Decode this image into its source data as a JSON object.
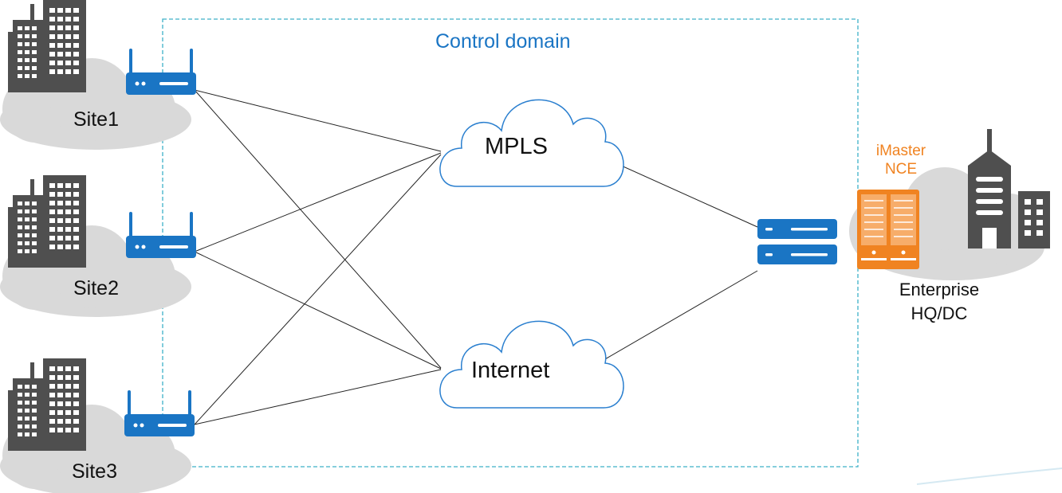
{
  "control_domain_label": "Control domain",
  "sites": [
    {
      "label": "Site1"
    },
    {
      "label": "Site2"
    },
    {
      "label": "Site3"
    }
  ],
  "networks": {
    "mpls": "MPLS",
    "internet": "Internet"
  },
  "controller": {
    "line1": "iMaster",
    "line2": "NCE"
  },
  "enterprise": {
    "line1": "Enterprise",
    "line2": "HQ/DC"
  },
  "colors": {
    "device_blue": "#1a75c4",
    "controller_orange": "#f08321",
    "domain_border": "#3db1c8",
    "building_gray": "#4f4f4f",
    "cloud_fill": "#d9d9d9",
    "wan_cloud_stroke": "#2a7fcf"
  }
}
